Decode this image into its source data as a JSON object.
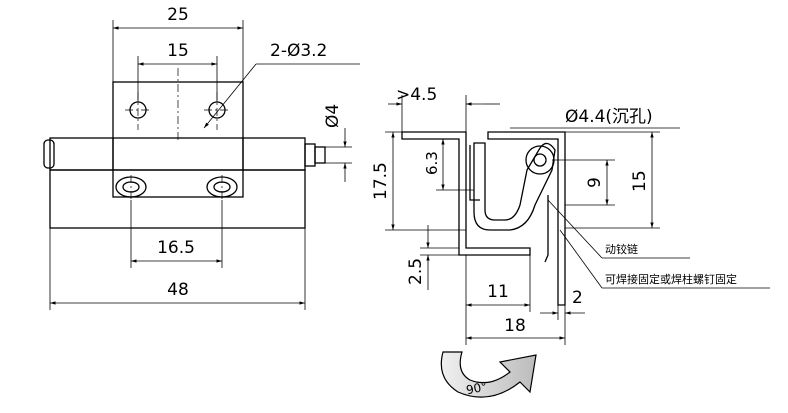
{
  "front_view": {
    "dim_width_outer": "25",
    "dim_hole_spacing": "15",
    "dim_hole_callout": "2-Ø3.2",
    "dim_pin": "Ø4",
    "dim_bottom_holes": "16.5",
    "dim_total_length": "48"
  },
  "side_view": {
    "dim_offset": ">4.5",
    "dim_countersink": "Ø4.4(沉孔)",
    "dim_height": "17.5",
    "dim_inner": "6.3",
    "dim_slot": "9",
    "dim_right_height": "15",
    "dim_base": "2.5",
    "dim_width_11": "11",
    "dim_thickness": "2",
    "dim_width_18": "18",
    "label_moving_hinge": "动铰链",
    "label_fixing_note": "可焊接固定或焊柱螺钉固定",
    "rotation_label": "90°"
  }
}
